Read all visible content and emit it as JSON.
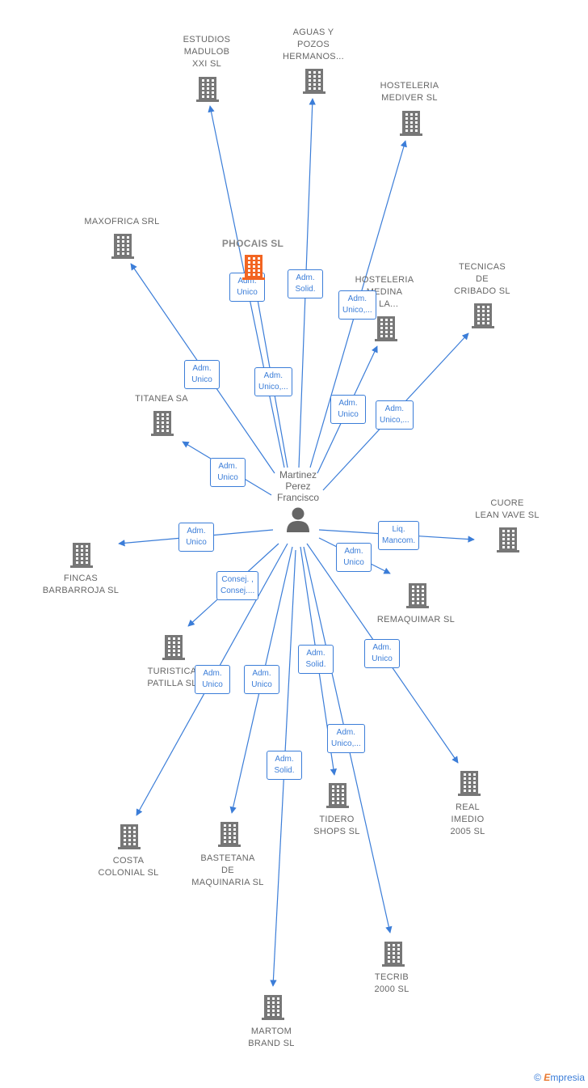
{
  "colors": {
    "edge": "#3b7dd8",
    "building": "#777777",
    "building_highlight": "#f26522",
    "person": "#666666"
  },
  "person": {
    "name": "Martinez\nPerez\nFrancisco",
    "icon": "person-icon"
  },
  "companies": [
    {
      "id": "estudios-madulob",
      "label": "ESTUDIOS\nMADULOB\nXXI SL",
      "highlight": false
    },
    {
      "id": "aguas-y-pozos",
      "label": "AGUAS Y\nPOZOS\nHERMANOS...",
      "highlight": false
    },
    {
      "id": "hosteleria-mediver",
      "label": "HOSTELERIA\nMEDIVER SL",
      "highlight": false
    },
    {
      "id": "maxofrica",
      "label": "MAXOFRICA SRL",
      "highlight": false
    },
    {
      "id": "phocais",
      "label": "PHOCAIS  SL",
      "highlight": true
    },
    {
      "id": "hosteleria-medina",
      "label": "HOSTELERIA\nMEDINA\nA LA...",
      "highlight": false
    },
    {
      "id": "tecnicas-cribado",
      "label": "TECNICAS\nDE\nCRIBADO  SL",
      "highlight": false
    },
    {
      "id": "titanea",
      "label": "TITANEA SA",
      "highlight": false
    },
    {
      "id": "cuore-lean-vave",
      "label": "CUORE\nLEAN VAVE  SL",
      "highlight": false
    },
    {
      "id": "fincas-barbarroja",
      "label": "FINCAS\nBARBARROJA SL",
      "highlight": false
    },
    {
      "id": "remaquimar",
      "label": "REMAQUIMAR SL",
      "highlight": false
    },
    {
      "id": "turistica-patilla",
      "label": "TURISTICA\nPATILLA  SL",
      "highlight": false
    },
    {
      "id": "real-imedio",
      "label": "REAL\nIMEDIO\n2005 SL",
      "highlight": false
    },
    {
      "id": "tidero-shops",
      "label": "TIDERO\nSHOPS  SL",
      "highlight": false
    },
    {
      "id": "costa-colonial",
      "label": "COSTA\nCOLONIAL  SL",
      "highlight": false
    },
    {
      "id": "bastetana",
      "label": "BASTETANA\nDE\nMAQUINARIA SL",
      "highlight": false
    },
    {
      "id": "tecrib-2000",
      "label": "TECRIB\n2000  SL",
      "highlight": false
    },
    {
      "id": "martom-brand",
      "label": "MARTOM\nBRAND  SL",
      "highlight": false
    }
  ],
  "roles": [
    {
      "target": "estudios-madulob",
      "label": "Adm.\nUnico"
    },
    {
      "target": "aguas-y-pozos",
      "label": "Adm.\nSolid."
    },
    {
      "target": "hosteleria-mediver",
      "label": "Adm.\nUnico,..."
    },
    {
      "target": "maxofrica",
      "label": "Adm.\nUnico"
    },
    {
      "target": "phocais",
      "label": "Adm.\nUnico,..."
    },
    {
      "target": "hosteleria-medina",
      "label": "Adm.\nUnico"
    },
    {
      "target": "tecnicas-cribado",
      "label": "Adm.\nUnico,..."
    },
    {
      "target": "titanea",
      "label": "Adm.\nUnico"
    },
    {
      "target": "fincas-barbarroja",
      "label": "Adm.\nUnico"
    },
    {
      "target": "cuore-lean-vave",
      "label": "Liq.\nMancom."
    },
    {
      "target": "remaquimar",
      "label": "Adm.\nUnico"
    },
    {
      "target": "turistica-patilla",
      "label": "Consej. ,\nConsej...."
    },
    {
      "target": "real-imedio",
      "label": "Adm.\nUnico"
    },
    {
      "target": "tidero-shops",
      "label": "Adm.\nSolid."
    },
    {
      "target": "tecrib-2000",
      "label": "Adm.\nUnico,..."
    },
    {
      "target": "costa-colonial",
      "label": "Adm.\nUnico"
    },
    {
      "target": "bastetana",
      "label": "Adm.\nUnico"
    },
    {
      "target": "martom-brand",
      "label": "Adm.\nSolid."
    }
  ],
  "footer": {
    "copyright": "©",
    "brand_first": "E",
    "brand_rest": "mpresia"
  }
}
